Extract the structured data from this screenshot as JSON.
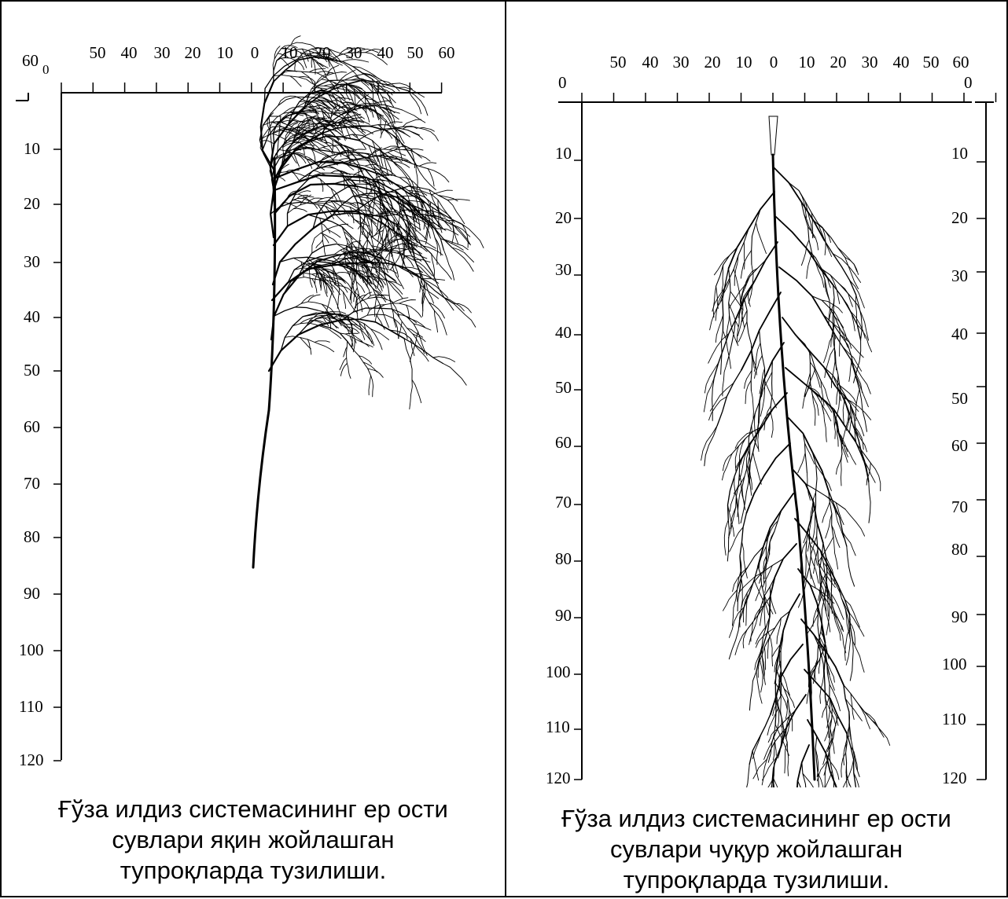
{
  "panels": [
    {
      "id": "left",
      "top_scale": [
        "60",
        "50",
        "40",
        "30",
        "20",
        "10",
        "0",
        "10",
        "20",
        "30",
        "40",
        "50",
        "60"
      ],
      "top_origin_label": "0",
      "left_depth_labels": [
        "10",
        "20",
        "30",
        "40",
        "50",
        "60",
        "70",
        "80",
        "90",
        "100",
        "110",
        "120"
      ],
      "caption": [
        "Ғўза илдиз системасининг ер ости",
        "сувлари яқин жойлашган",
        "тупроқларда тузилиши."
      ]
    },
    {
      "id": "right",
      "top_scale": [
        "50",
        "40",
        "30",
        "20",
        "10",
        "0",
        "10",
        "20",
        "30",
        "40",
        "50",
        "60"
      ],
      "top_left_label": "0",
      "top_right_label": "0",
      "left_depth_labels": [
        "10",
        "20",
        "30",
        "40",
        "50",
        "60",
        "70",
        "80",
        "90",
        "100",
        "110",
        "120"
      ],
      "right_depth_labels": [
        "10",
        "20",
        "30",
        "40",
        "50",
        "60",
        "70",
        "80",
        "90",
        "100",
        "110",
        "120"
      ],
      "caption": [
        "Ғўза илдиз системасининг ер ости",
        "сувлари чуқур жойлашган",
        "тупроқларда тузилиши."
      ]
    }
  ]
}
